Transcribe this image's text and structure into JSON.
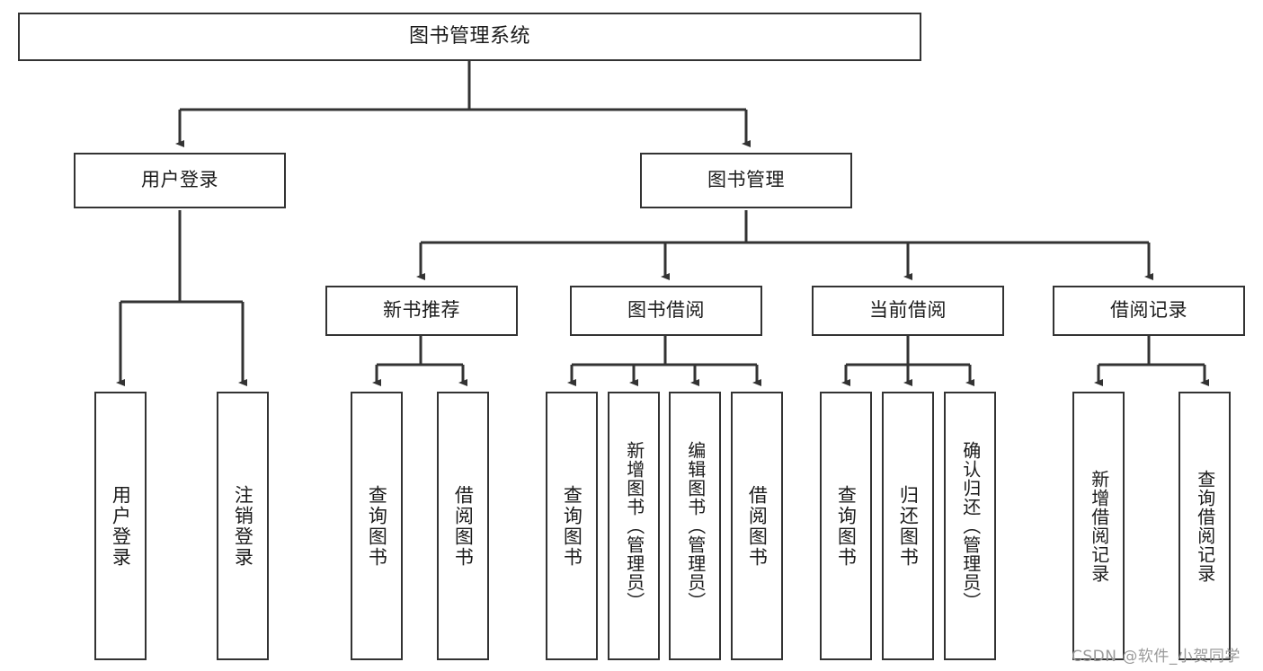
{
  "diagram": {
    "title": "图书管理系统",
    "watermark": "CSDN @软件_小贺同学",
    "stroke_color": "#333333",
    "background_color": "#ffffff",
    "text_color": "#1b1b1b",
    "watermark_color": "#9a9a9a",
    "nodes": {
      "root": {
        "label": "图书管理系统"
      },
      "level1": [
        {
          "label": "用户登录"
        },
        {
          "label": "图书管理"
        }
      ],
      "level2": [
        {
          "label": "新书推荐"
        },
        {
          "label": "图书借阅"
        },
        {
          "label": "当前借阅"
        },
        {
          "label": "借阅记录"
        }
      ],
      "leaves": {
        "user_login": [
          {
            "label": "用户登录"
          },
          {
            "label": "注销登录"
          }
        ],
        "new_book": [
          {
            "label": "查询图书"
          },
          {
            "label": "借阅图书"
          }
        ],
        "borrow_book": [
          {
            "label": "查询图书"
          },
          {
            "label": "新增图书（管理员）"
          },
          {
            "label": "编辑图书（管理员）"
          },
          {
            "label": "借阅图书"
          }
        ],
        "current_borrow": [
          {
            "label": "查询图书"
          },
          {
            "label": "归还图书"
          },
          {
            "label": "确认归还（管理员）"
          }
        ],
        "borrow_record": [
          {
            "label": "新增借阅记录"
          },
          {
            "label": "查询借阅记录"
          }
        ]
      }
    }
  }
}
